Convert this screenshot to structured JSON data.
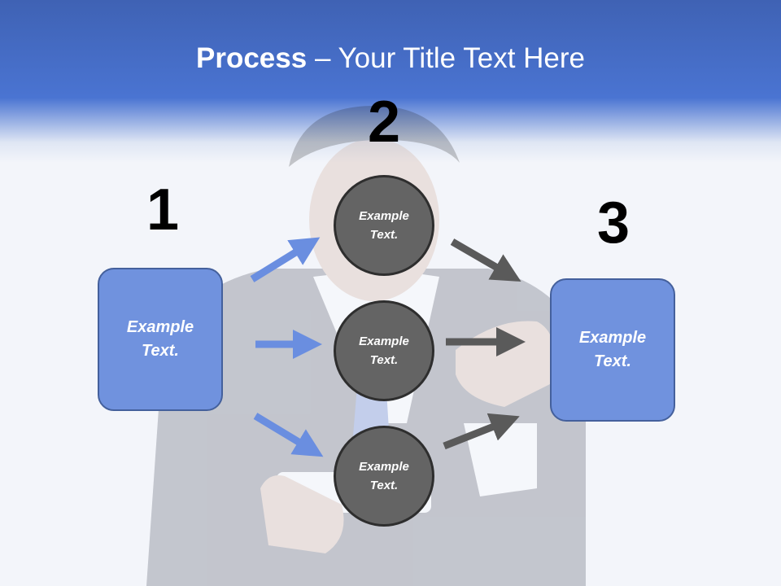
{
  "slide": {
    "title_bold": "Process",
    "title_rest": " – Your Title Text Here",
    "step_numbers": [
      "1",
      "2",
      "3"
    ],
    "left_box": "Example\nText.",
    "right_box": "Example\nText.",
    "circles": [
      "Example\nText.",
      "Example\nText.",
      "Example\nText."
    ]
  },
  "colors": {
    "header_blue": "#4a74d2",
    "box_fill": "#7092de",
    "box_border": "#44609c",
    "circle_fill": "#646464",
    "left_arrow": "#6a8ee0",
    "right_arrow": "#5a5a5a"
  }
}
